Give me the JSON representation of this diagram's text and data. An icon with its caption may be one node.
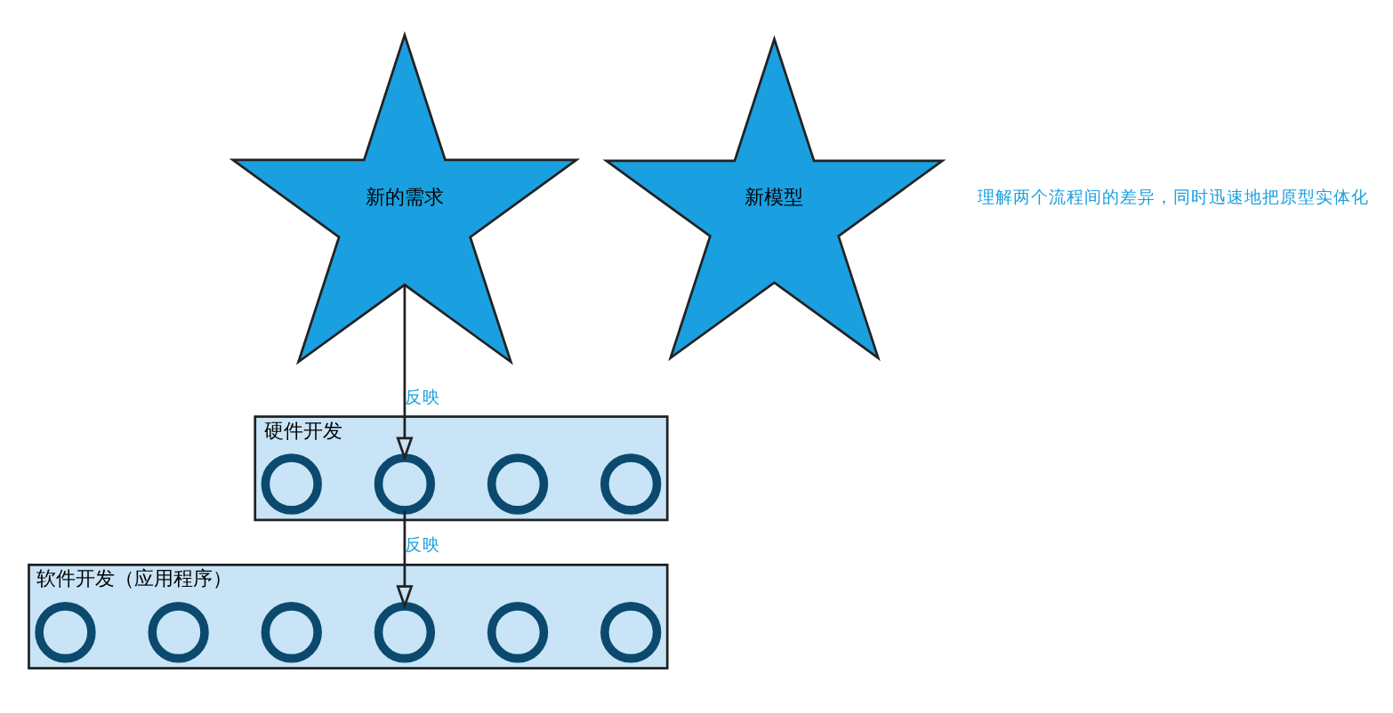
{
  "diagram": {
    "nodes": [
      {
        "text": [
          "软件开发（应用程序）"
        ]
      },
      {
        "text": [],
        "shape": "circle",
        "in": 0
      },
      {
        "text": [],
        "shape": "circle",
        "in": 0
      },
      {
        "text": [],
        "shape": "circle",
        "in": 0
      },
      {
        "text": [],
        "shape": "circle",
        "in": 0
      },
      {
        "text": [],
        "shape": "circle",
        "in": 0
      },
      {
        "text": [],
        "shape": "circle",
        "in": 0
      },
      {
        "text": [
          "硬件开发"
        ]
      },
      {
        "text": [],
        "shape": "circle",
        "in": 7
      },
      {
        "text": [],
        "shape": "circle",
        "in": 7
      },
      {
        "text": [],
        "shape": "circle",
        "in": 7
      },
      {
        "text": [],
        "shape": "circle",
        "in": 7
      },
      {
        "text": [
          "新的需求"
        ]
      },
      {
        "text": [
          "新模型"
        ]
      }
    ],
    "edges": [
      {
        "from": 12,
        "to": 9,
        "arrow": "to",
        "label": "反映"
      },
      {
        "from": 9,
        "to": 4,
        "arrow": "to",
        "label": "反映"
      }
    ],
    "labels": [
      "理解两个流程间的差异，同时迅速地把原型实体化"
    ]
  }
}
